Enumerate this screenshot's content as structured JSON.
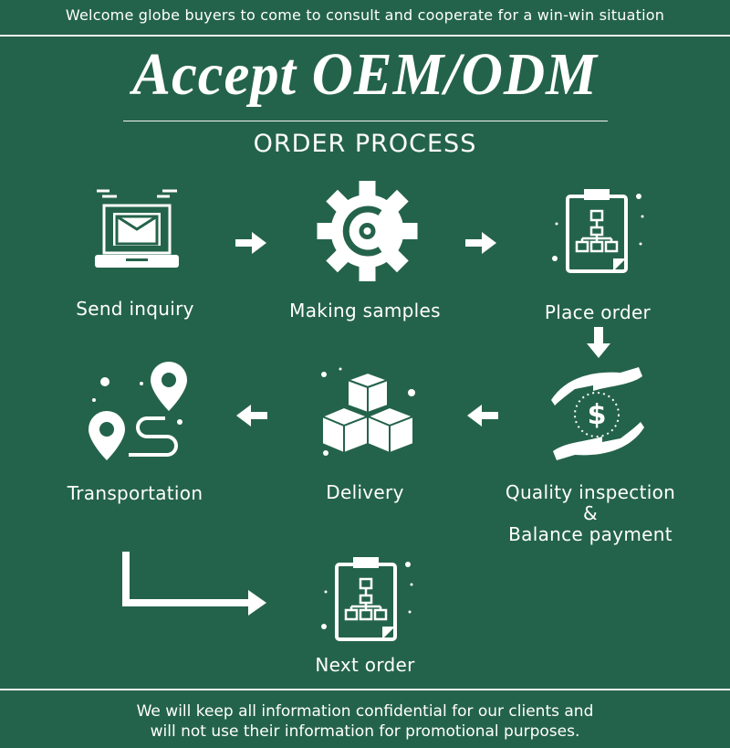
{
  "header": {
    "welcome": "Welcome globe buyers to come to consult and cooperate for a win-win situation"
  },
  "title": "Accept OEM/ODM",
  "subtitle": "ORDER PROCESS",
  "steps": [
    {
      "label": "Send inquiry",
      "icon": "laptop-email-icon"
    },
    {
      "label": "Making samples",
      "icon": "gear-icon"
    },
    {
      "label": "Place order",
      "icon": "clipboard-flowchart-icon"
    },
    {
      "label": "Quality inspection",
      "label2": "&",
      "label3": "Balance payment",
      "icon": "hands-dollar-icon"
    },
    {
      "label": "Delivery",
      "icon": "boxes-icon"
    },
    {
      "label": "Transportation",
      "icon": "map-route-icon"
    },
    {
      "label": "Next order",
      "icon": "clipboard-flowchart-icon"
    }
  ],
  "footer": {
    "line1": "We will keep all information confidential for our clients and",
    "line2": "will not use their information for promotional purposes."
  },
  "colors": {
    "background": "#24634b",
    "foreground": "#ffffff"
  }
}
